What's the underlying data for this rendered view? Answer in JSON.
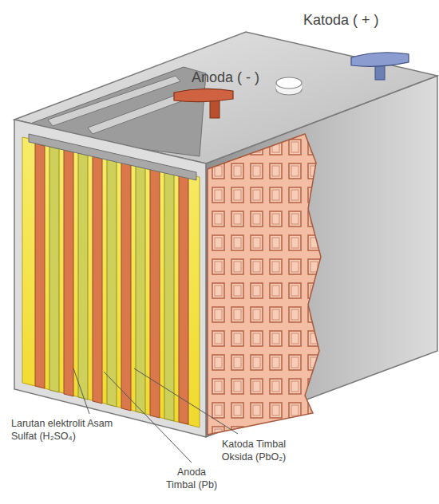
{
  "diagram": {
    "labels": [
      "Katoda ( + )",
      "Anoda ( - )",
      "Larutan elektrolit Asam Sulfat (H₂SO₄)",
      "Katoda Timbal Oksida (PbO₂)",
      "Anoda Timbal (Pb)"
    ]
  }
}
